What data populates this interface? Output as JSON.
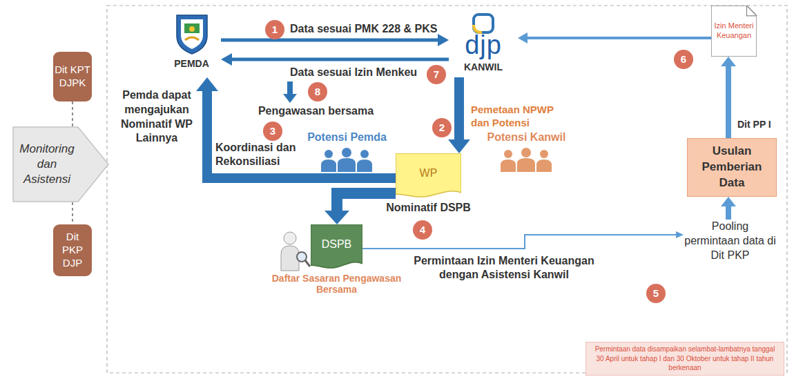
{
  "diagram": {
    "nodes": [
      {
        "text": [
          "Dit KPT DJPK"
        ]
      },
      {
        "text": [
          "Monitoring dan Asistensi"
        ]
      },
      {
        "text": [
          "Dit PKP DJP"
        ]
      },
      {
        "text": [
          "PEMDA"
        ]
      },
      {
        "text": [
          "djp",
          "KANWIL"
        ]
      },
      {
        "text": [
          "Potensi Pemda"
        ]
      },
      {
        "text": [
          "WP",
          "Nominatif DSPB"
        ]
      },
      {
        "text": [
          "Potensi Kanwil"
        ]
      },
      {
        "text": [
          "DSPB",
          "Daftar Sasaran Pengawasan Bersama"
        ]
      },
      {
        "text": [
          "Pooling permintaan data di Dit PKP"
        ]
      },
      {
        "text": [
          "Usulan Pemberian Data"
        ]
      },
      {
        "text": [
          "Izin Menteri Keuangan"
        ]
      },
      {
        "text": [
          "Permintaan data disampaikan selambat-lambatnya tanggal 30 April untuk tahap I dan 30 Oktober untuk tahap II tahun berkenaan"
        ]
      }
    ],
    "edges": [
      {
        "from": 3,
        "to": 4,
        "label": "Data sesuai PMK 228 & PKS",
        "arrow": "to"
      },
      {
        "from": 4,
        "to": 3,
        "label": "Data sesuai Izin Menkeu",
        "arrow": "to"
      },
      {
        "from": 4,
        "to": 6,
        "label": "Pemetaan NPWP dan Potensi",
        "arrow": "to"
      },
      {
        "from": 6,
        "to": 3,
        "label": "Koordinasi dan Rekonsiliasi",
        "arrow": "to"
      },
      {
        "from": 6,
        "to": 8,
        "arrow": "to"
      },
      {
        "from": 8,
        "to": 9,
        "label": "Permintaan Izin Menteri Keuangan dengan Asistensi Kanwil",
        "arrow": "to"
      },
      {
        "from": 9,
        "to": 10,
        "arrow": "to"
      },
      {
        "from": 10,
        "to": 11,
        "label": "Dit PP I",
        "arrow": "to"
      },
      {
        "from": 11,
        "to": 4,
        "arrow": "to"
      },
      {
        "from": 0,
        "to": 1,
        "arrow": "none"
      },
      {
        "from": 1,
        "to": 2,
        "arrow": "none"
      }
    ],
    "labels": [
      "1",
      "2",
      "3",
      "4",
      "5",
      "6",
      "7",
      "8",
      "Pengawasan bersama",
      "Pemda dapat mengajukan Nominatif WP Lainnya"
    ]
  }
}
